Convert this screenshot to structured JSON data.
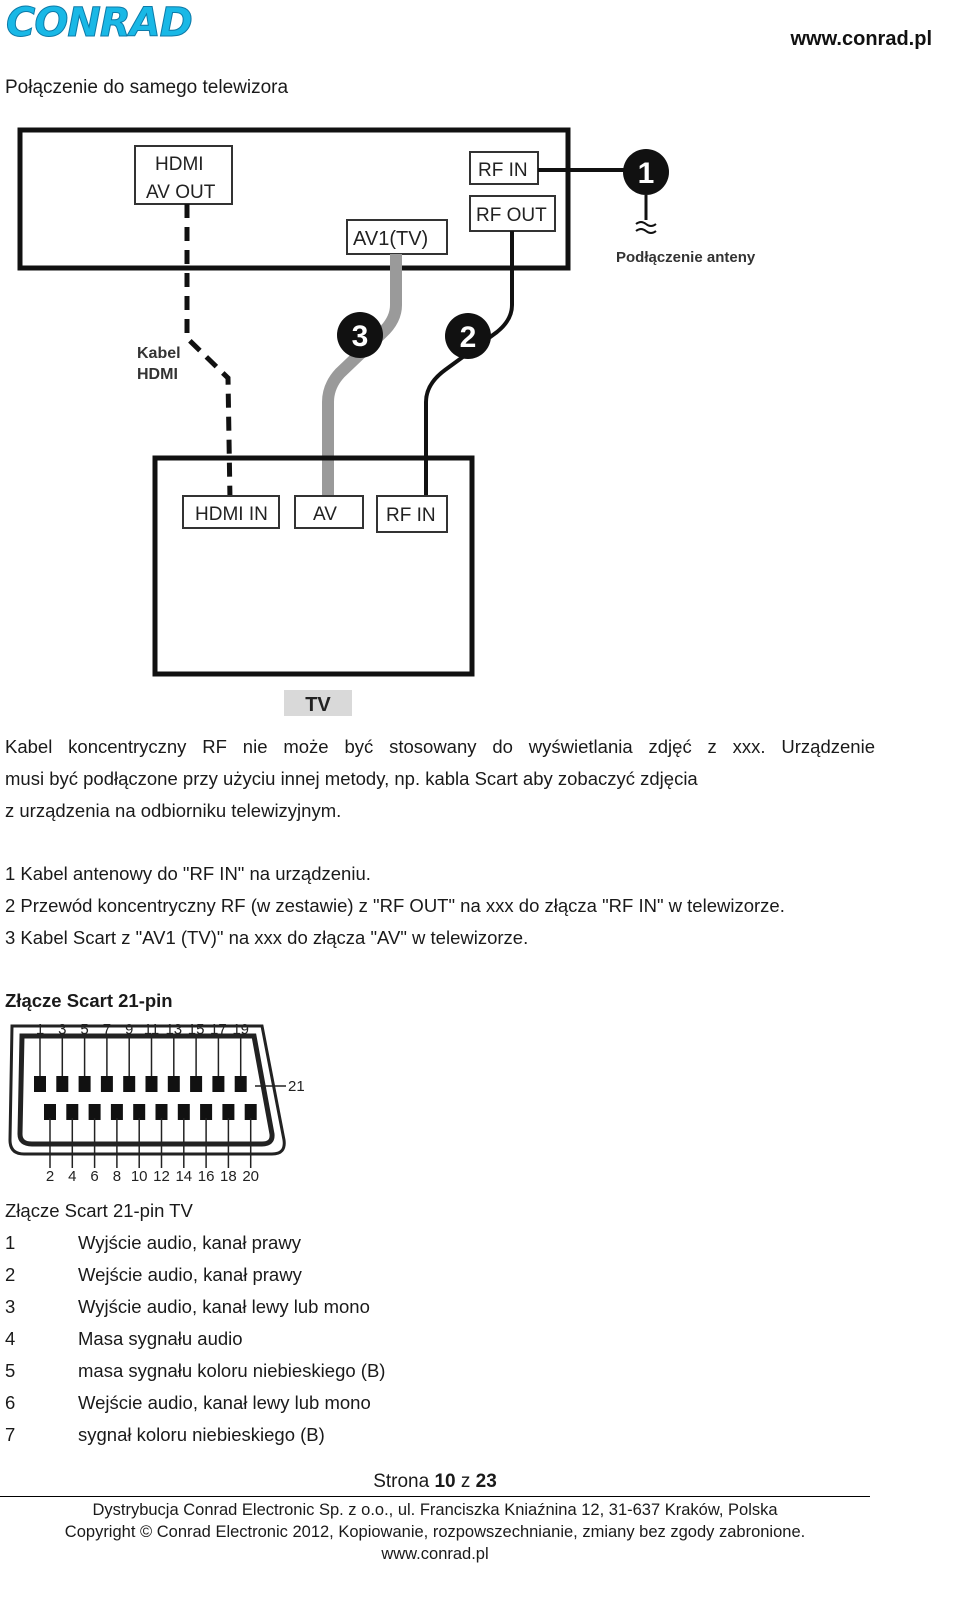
{
  "header": {
    "logo_text": "CONRAD",
    "website": "www.conrad.pl"
  },
  "section_title": "Połączenie do samego telewizora",
  "diagram": {
    "device_ports": {
      "hdmi_av_out_line1": "HDMI",
      "hdmi_av_out_line2": "AV OUT",
      "rf_in": "RF IN",
      "rf_out": "RF OUT",
      "av1_tv": "AV1(TV)"
    },
    "tv_ports": {
      "hdmi_in": "HDMI IN",
      "av": "AV",
      "rf_in": "RF IN"
    },
    "tv_label": "TV",
    "hdmi_cable_label_line1": "Kabel",
    "hdmi_cable_label_line2": "HDMI",
    "antenna_label": "Podłączenie anteny",
    "badges": [
      "1",
      "2",
      "3"
    ]
  },
  "paragraph1": [
    "Kabel koncentryczny RF nie może być stosowany do wyświetlania zdjęć z xxx. Urządzenie",
    "musi być podłączone przy użyciu innej metody, np. kabla Scart aby zobaczyć zdjęcia",
    "z urządzenia na odbiorniku telewizyjnym."
  ],
  "connections": [
    "1 Kabel antenowy do \"RF IN\" na urządzeniu.",
    "2 Przewód koncentryczny RF (w zestawie) z \"RF OUT\" na xxx do złącza  \"RF IN\" w telewizorze.",
    "3 Kabel Scart z \"AV1 (TV)\" na xxx do złącza  \"AV\" w telewizorze."
  ],
  "scart": {
    "title": "Złącze Scart 21-pin",
    "top_pins": [
      "1",
      "3",
      "5",
      "7",
      "9",
      "11",
      "13",
      "15",
      "17",
      "19"
    ],
    "bottom_pins": [
      "2",
      "4",
      "6",
      "8",
      "10",
      "12",
      "14",
      "16",
      "18",
      "20"
    ],
    "side_pin": "21",
    "table_title": "Złącze Scart 21-pin TV",
    "pins": [
      {
        "num": "1",
        "desc": "Wyjście audio, kanał prawy"
      },
      {
        "num": "2",
        "desc": "Wejście audio, kanał prawy"
      },
      {
        "num": "3",
        "desc": "Wyjście audio, kanał lewy lub mono"
      },
      {
        "num": "4",
        "desc": "Masa sygnału audio"
      },
      {
        "num": "5",
        "desc": "masa sygnału koloru niebieskiego (B)"
      },
      {
        "num": "6",
        "desc": "Wejście audio, kanał lewy lub mono"
      },
      {
        "num": "7",
        "desc": "sygnał koloru niebieskiego (B)"
      }
    ]
  },
  "page": {
    "prefix": "Strona ",
    "current": "10",
    "separator": " z ",
    "total": "23"
  },
  "footer": {
    "line1": "Dystrybucja Conrad Electronic Sp. z o.o., ul. Franciszka Kniaźnina 12, 31-637 Kraków, Polska",
    "line2": "Copyright © Conrad Electronic 2012, Kopiowanie, rozpowszechnianie, zmiany bez zgody zabronione.",
    "line3": "www.conrad.pl"
  }
}
